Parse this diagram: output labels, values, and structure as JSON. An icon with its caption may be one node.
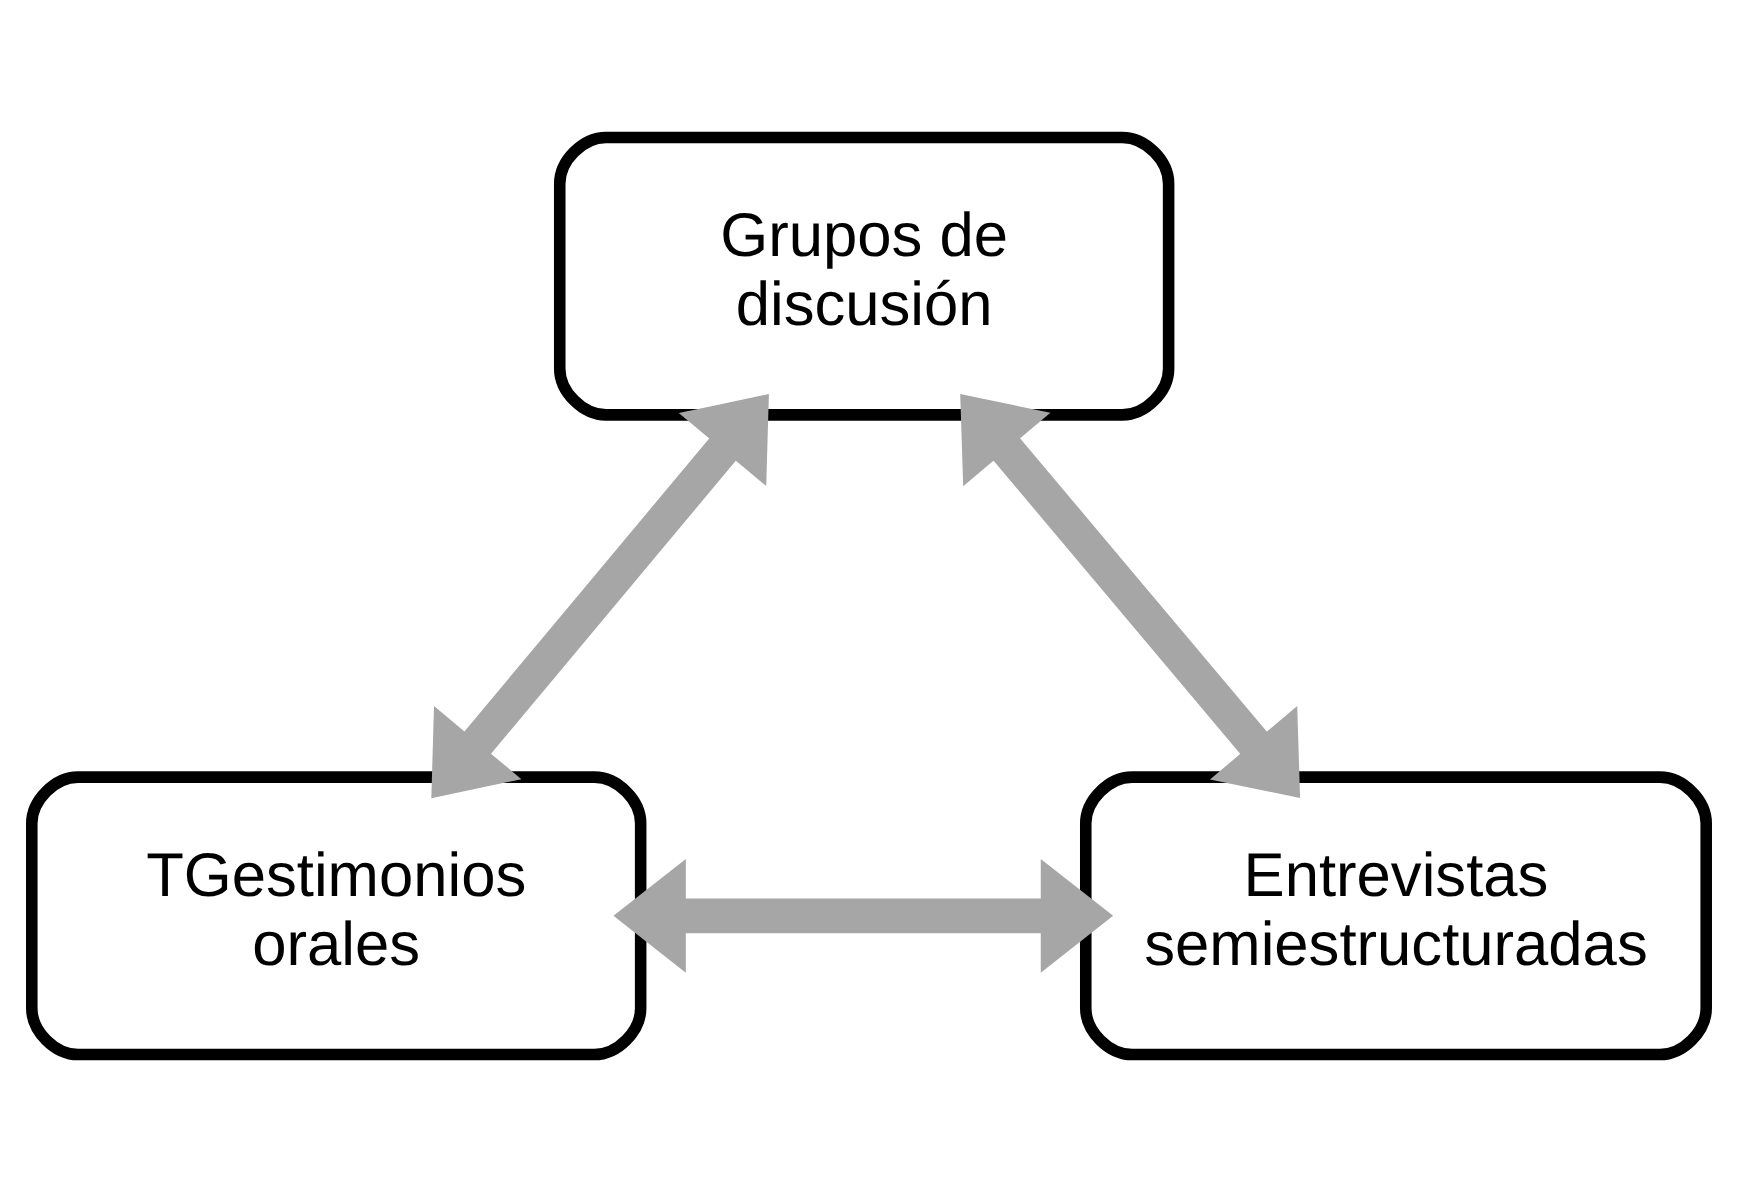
{
  "diagram": {
    "nodes": [
      {
        "text": [
          "Grupos de discusión"
        ]
      },
      {
        "text": [
          "TGestimonios orales"
        ]
      },
      {
        "text": [
          "Entrevistas semiestructuradas"
        ]
      }
    ],
    "edges": [
      {
        "from": 1,
        "to": 0,
        "arrow": "both"
      },
      {
        "from": 0,
        "to": 2,
        "arrow": "both"
      },
      {
        "from": 1,
        "to": 2,
        "arrow": "both"
      }
    ]
  }
}
